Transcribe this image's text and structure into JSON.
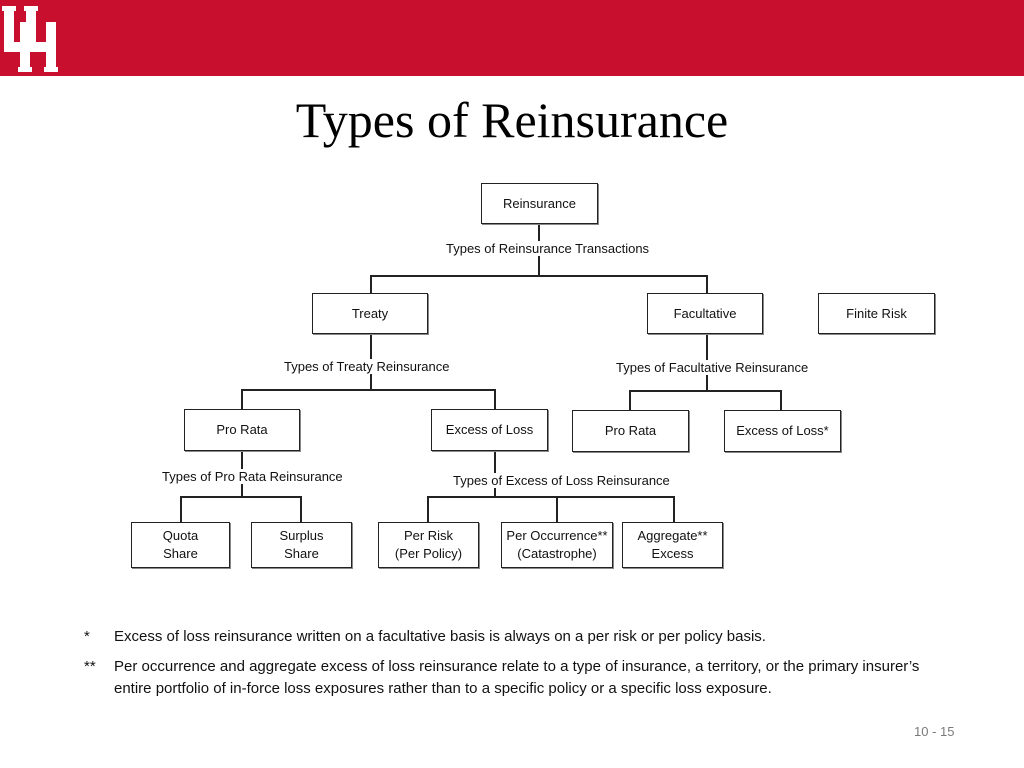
{
  "slide": {
    "title": "Types of Reinsurance",
    "page_number": "10 - 15",
    "logo_text": "UH"
  },
  "diagram": {
    "root": "Reinsurance",
    "root_label": "Types of Reinsurance Transactions",
    "treaty": "Treaty",
    "facultative": "Facultative",
    "finite_risk": "Finite Risk",
    "treaty_label": "Types of Treaty Reinsurance",
    "facultative_label": "Types of Facultative Reinsurance",
    "treaty_pro_rata": "Pro Rata",
    "treaty_excess_of_loss": "Excess of Loss",
    "fac_pro_rata": "Pro Rata",
    "fac_excess_of_loss": "Excess of Loss*",
    "pro_rata_label": "Types of Pro Rata Reinsurance",
    "excess_label": "Types of Excess of Loss Reinsurance",
    "quota_share": "Quota\nShare",
    "surplus_share": "Surplus\nShare",
    "per_risk": "Per Risk\n(Per Policy)",
    "per_occurrence": "Per Occurrence**\n(Catastrophe)",
    "aggregate_excess": "Aggregate**\nExcess"
  },
  "footnotes": [
    {
      "mark": "*",
      "text": "Excess of loss reinsurance written on a facultative basis is always on a per risk or per policy basis."
    },
    {
      "mark": "**",
      "text": "Per occurrence and aggregate excess of loss reinsurance relate to a type of insurance, a territory, or the primary insurer’s entire portfolio of in-force loss exposures rather than to a specific policy or a specific loss exposure."
    }
  ],
  "colors": {
    "header": "#c8102e",
    "logo": "#ffffff"
  }
}
